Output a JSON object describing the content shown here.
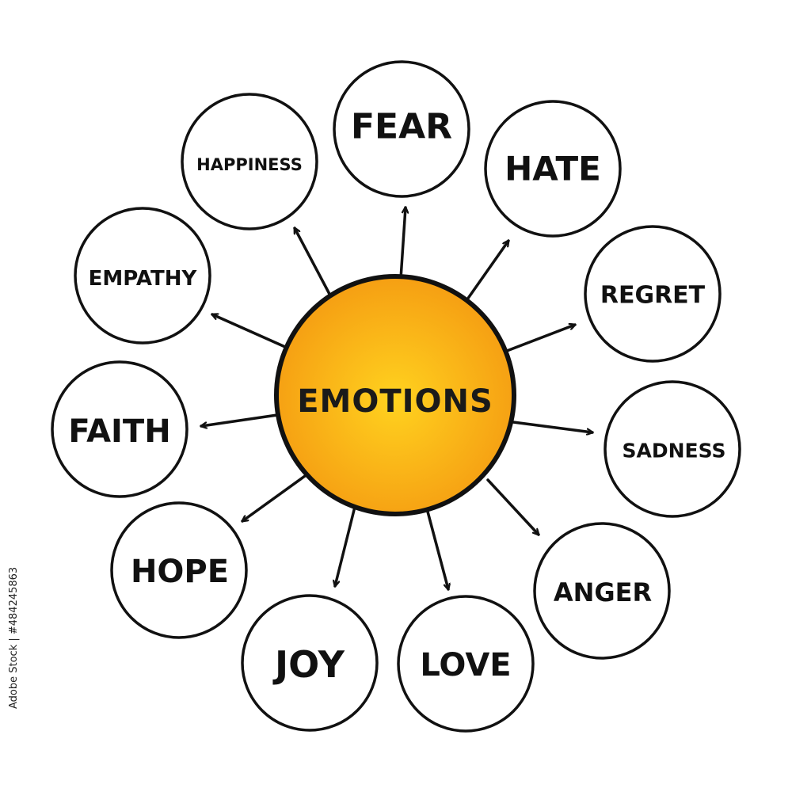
{
  "diagram": {
    "center": {
      "label": "EMOTIONS",
      "fill_inner": "#FFD21F",
      "fill_outer": "#F59C12",
      "stroke": "#111111"
    },
    "nodes": [
      {
        "id": "fear",
        "label": "FEAR"
      },
      {
        "id": "hate",
        "label": "HATE"
      },
      {
        "id": "regret",
        "label": "REGRET"
      },
      {
        "id": "sadness",
        "label": "SADNESS"
      },
      {
        "id": "anger",
        "label": "ANGER"
      },
      {
        "id": "love",
        "label": "LOVE"
      },
      {
        "id": "joy",
        "label": "JOY"
      },
      {
        "id": "hope",
        "label": "HOPE"
      },
      {
        "id": "faith",
        "label": "FAITH"
      },
      {
        "id": "empathy",
        "label": "EMPATHY"
      },
      {
        "id": "happiness",
        "label": "HAPPINESS"
      }
    ],
    "node_fill": "#FFFFFF",
    "node_stroke": "#111111",
    "arrow_color": "#111111"
  },
  "stock_id": "Adobe Stock | #484245863"
}
